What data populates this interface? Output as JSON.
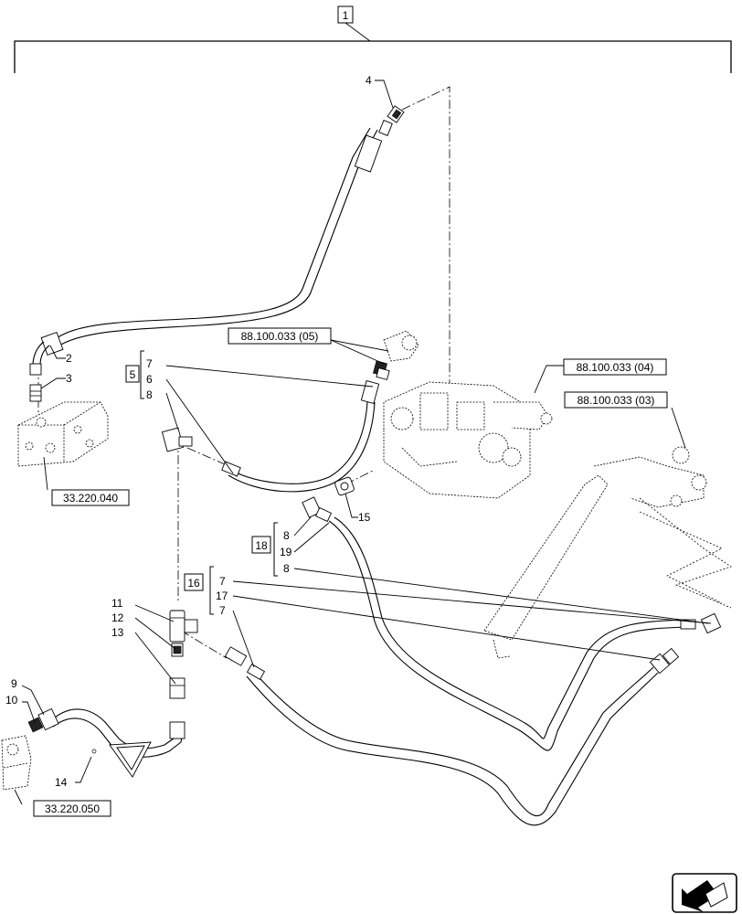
{
  "top_box": "1",
  "callouts": {
    "c2": "2",
    "c3": "3",
    "c4": "4",
    "c9": "9",
    "c10": "10",
    "c11": "11",
    "c12": "12",
    "c13": "13",
    "c14": "14",
    "c15": "15"
  },
  "group5": {
    "box": "5",
    "items": [
      "7",
      "6",
      "8"
    ]
  },
  "group18": {
    "box": "18",
    "items": [
      "8",
      "19",
      "8"
    ]
  },
  "group16": {
    "box": "16",
    "items": [
      "7",
      "17",
      "7"
    ]
  },
  "refs": {
    "r1": "88.100.033 (05)",
    "r2": "88.100.033 (04)",
    "r3": "88.100.033 (03)",
    "r4": "33.220.040",
    "r5": "33.220.050"
  },
  "nav_icon": "next-page-arrow-icon"
}
